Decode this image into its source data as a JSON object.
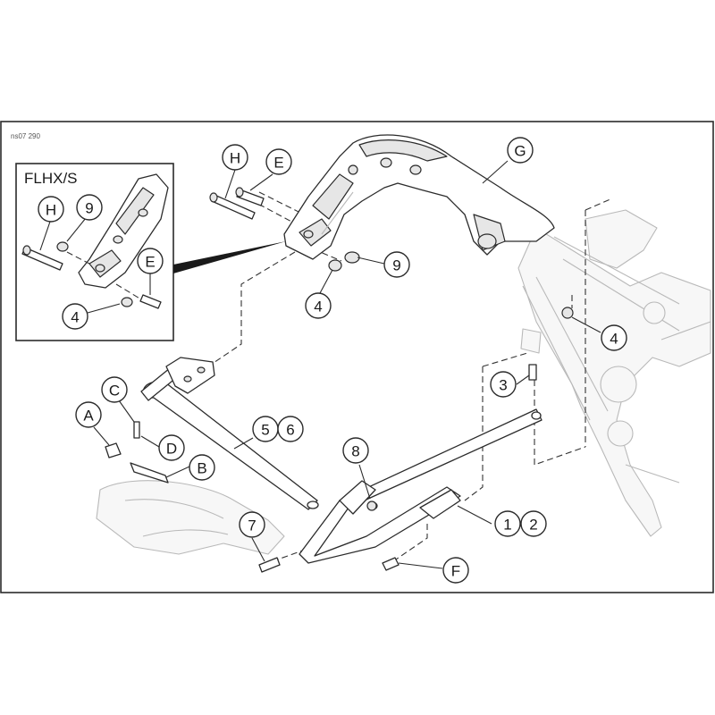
{
  "figure_id": "ns07 290",
  "inset": {
    "title": "FLHX/S"
  },
  "callouts": {
    "H_main": "H",
    "E_main": "E",
    "G": "G",
    "nine_main": "9",
    "four_main": "4",
    "four_right": "4",
    "three": "3",
    "five": "5",
    "six": "6",
    "eight": "8",
    "one": "1",
    "two": "2",
    "F": "F",
    "seven": "7",
    "A": "A",
    "C": "C",
    "D": "D",
    "B": "B",
    "H_inset": "H",
    "nine_inset": "9",
    "E_inset": "E",
    "four_inset": "4"
  }
}
